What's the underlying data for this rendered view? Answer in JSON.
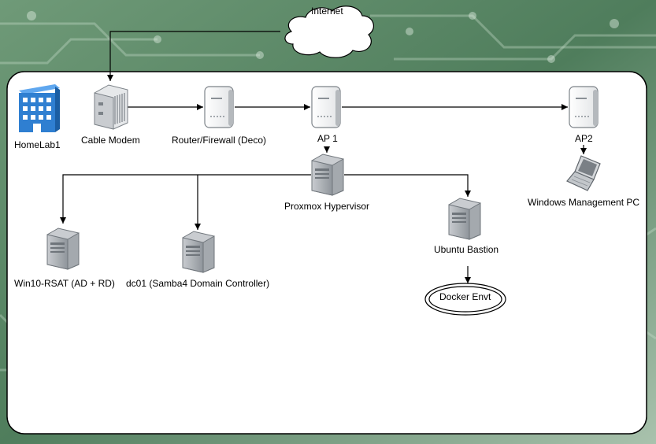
{
  "diagram": {
    "internet_label": "Internet",
    "homelab_label": "HomeLab1",
    "nodes": {
      "cable_modem": "Cable Modem",
      "router": "Router/Firewall (Deco)",
      "ap1": "AP 1",
      "ap2": "AP2",
      "proxmox": "Proxmox Hypervisor",
      "win10": "Win10-RSAT (AD + RD)",
      "dc01": "dc01 (Samba4 Domain Controller)",
      "ubuntu": "Ubuntu Bastion",
      "docker": "Docker Envt",
      "windows_pc": "Windows Management PC"
    }
  },
  "colors": {
    "background": "#5f8a6a",
    "panel": "#ffffff",
    "line": "#000000",
    "building": "#2f7fd1",
    "server": "#9aa0a6"
  },
  "icons": {
    "internet": "cloud-icon",
    "homelab": "building-icon",
    "cable_modem": "modem-icon",
    "router": "access-point-icon",
    "ap": "access-point-icon",
    "server": "server-icon",
    "laptop": "laptop-icon"
  }
}
